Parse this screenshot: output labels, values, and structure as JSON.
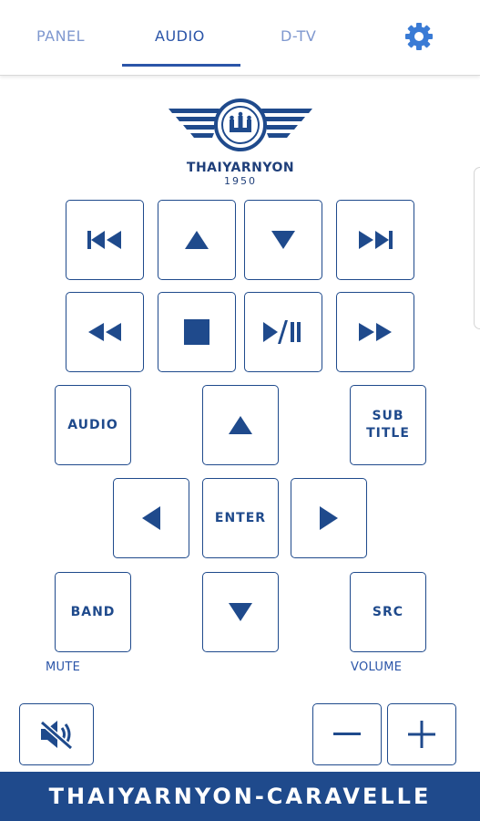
{
  "tabs": [
    {
      "label": "PANEL",
      "active": false
    },
    {
      "label": "AUDIO",
      "active": true
    },
    {
      "label": "D-TV",
      "active": false
    }
  ],
  "icons": {
    "settings": "gear-icon"
  },
  "brand": {
    "name": "THAIYARNYON",
    "year": "1950"
  },
  "buttons": {
    "audio": "AUDIO",
    "subtitle_line1": "SUB",
    "subtitle_line2": "TITLE",
    "enter": "ENTER",
    "band": "BAND",
    "src": "SRC"
  },
  "labels": {
    "mute": "MUTE",
    "volume": "VOLUME"
  },
  "footer": {
    "title": "THAIYARNYON-CARAVELLE"
  },
  "colors": {
    "primary": "#1f4a8c",
    "tab_inactive": "#7f98cf",
    "background": "#ffffff"
  }
}
